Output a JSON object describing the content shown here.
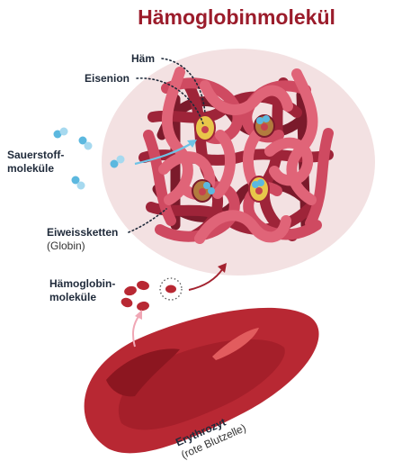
{
  "title": "Hämoglobinmolekül",
  "labels": {
    "haem": "Häm",
    "iron_ion": "Eisenion",
    "oxygen_line1": "Sauerstoff-",
    "oxygen_line2": "moleküle",
    "chains_line1": "Eiweissketten",
    "chains_line2": "(Globin)",
    "hb_molecules_line1": "Hämoglobin-",
    "hb_molecules_line2": "moleküle",
    "erythrocyte_line1": "Erythrozyt",
    "erythrocyte_line2": "(rote Blutzelle)"
  },
  "colors": {
    "title": "#9b1c2b",
    "label": "#1f2a3a",
    "subtitle_label": "#333333",
    "halo": "#f3e1e2",
    "chain_light": "#e06478",
    "chain_mid": "#cf4a61",
    "chain_dark": "#9e2439",
    "chain_deep": "#7b1a2b",
    "cell_body": "#b82833",
    "cell_dark": "#8c1620",
    "cell_highlight": "#e25c5e",
    "oxygen": "#5cb8df",
    "oxygen_light": "#a6d9ef",
    "haem_gold": "#e8c64a",
    "haem_brown": "#b27b3e",
    "iron": "#c6424e",
    "arrow_blue": "#6ec3e6",
    "arrow_red": "#a3222f"
  }
}
